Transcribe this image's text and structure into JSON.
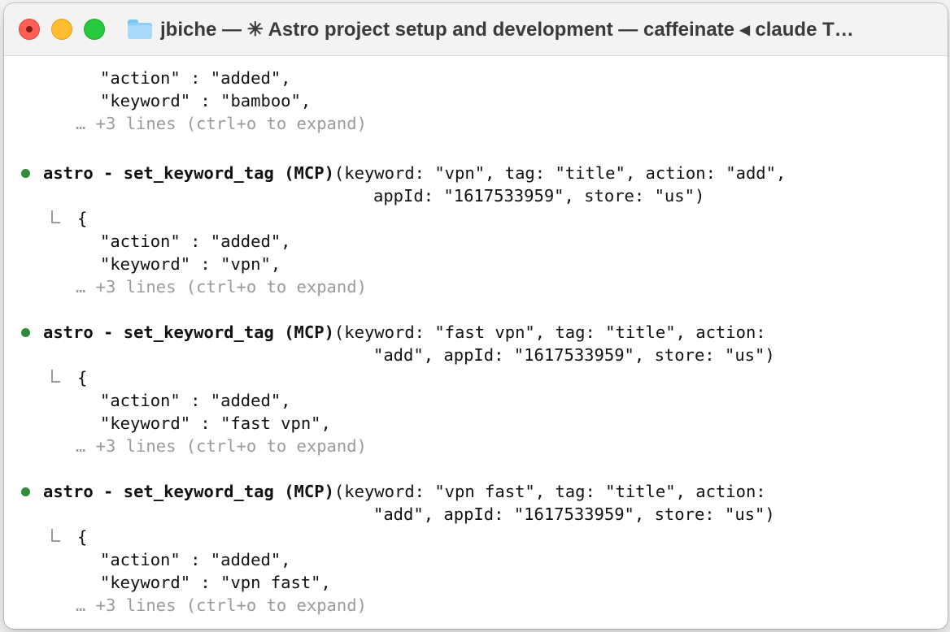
{
  "window": {
    "title": "jbiche — ✳ Astro project setup and development — caffeinate ◂ claude T…"
  },
  "colors": {
    "bullet": "#2f8a3a",
    "dim_text": "#9b9b9b",
    "text": "#111111"
  },
  "terminal": {
    "partial_block": {
      "action_line": "\"action\" : \"added\",",
      "keyword_line": "\"keyword\" : \"bamboo\",",
      "expand_hint": "… +3 lines (ctrl+o to expand)"
    },
    "calls": [
      {
        "name": "astro - set_keyword_tag (MCP)",
        "args_line1": "(keyword: \"vpn\", tag: \"title\", action: \"add\",",
        "args_line2": "appId: \"1617533959\", store: \"us\")",
        "open_brace": "{",
        "action_line": "\"action\" : \"added\",",
        "keyword_line": "\"keyword\" : \"vpn\",",
        "expand_hint": "… +3 lines (ctrl+o to expand)"
      },
      {
        "name": "astro - set_keyword_tag (MCP)",
        "args_line1": "(keyword: \"fast vpn\", tag: \"title\", action:",
        "args_line2": "\"add\", appId: \"1617533959\", store: \"us\")",
        "open_brace": "{",
        "action_line": "\"action\" : \"added\",",
        "keyword_line": "\"keyword\" : \"fast vpn\",",
        "expand_hint": "… +3 lines (ctrl+o to expand)"
      },
      {
        "name": "astro - set_keyword_tag (MCP)",
        "args_line1": "(keyword: \"vpn fast\", tag: \"title\", action:",
        "args_line2": "\"add\", appId: \"1617533959\", store: \"us\")",
        "open_brace": "{",
        "action_line": "\"action\" : \"added\",",
        "keyword_line": "\"keyword\" : \"vpn fast\",",
        "expand_hint": "… +3 lines (ctrl+o to expand)"
      }
    ]
  }
}
